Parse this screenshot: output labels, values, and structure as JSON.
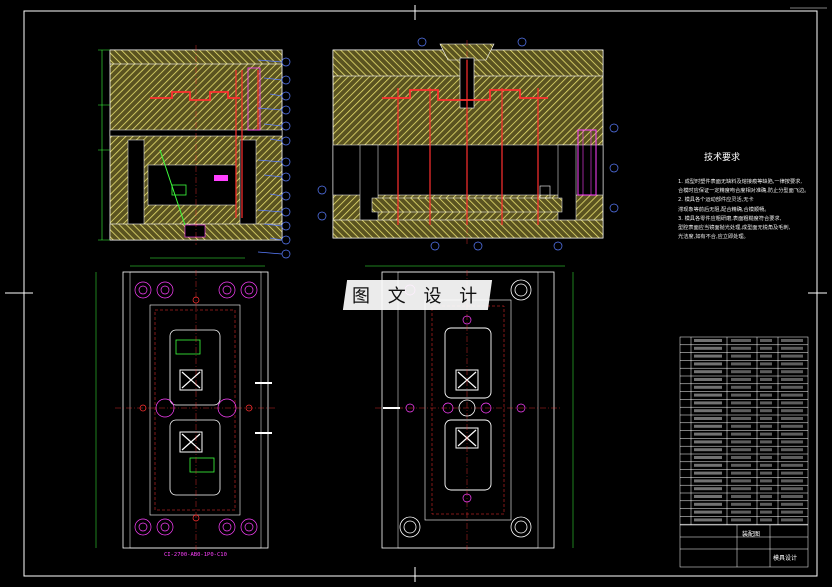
{
  "drawing": {
    "watermark": "图 文 设 计",
    "tech_requirements": {
      "title": "技术要求",
      "lines": [
        "1. 成型时塑件表面无缺料及熔接痕等缺陷,一律按要求,",
        "合模时应保证一定精度吻合度相对准确,防止分型面飞边。",
        "2. 模具各个运动部件应灵活,无卡",
        "滞现象等前后无阻,配合精确,合模顺畅。",
        "3. 模具各零件应粗研磨,表面粗糙度符合要求,",
        "型腔表面应当镜面抛光处理,成型面无锐角及毛刺,",
        "光洁度,如有不合,应立即处理。"
      ]
    },
    "mold_label": "CI-2700-AB0-1P0-C10",
    "title_block": {
      "name_cell": "装配图",
      "school_cell": "模具设计"
    },
    "colors": {
      "background": "#000000",
      "frame": "#ffffff",
      "plate_hatch": "#e8e070",
      "section_red": "#ff3030",
      "cyan": "#00e5ff",
      "green": "#3cff3c",
      "magenta": "#ff40ff",
      "balloon": "#5a7dff"
    }
  }
}
